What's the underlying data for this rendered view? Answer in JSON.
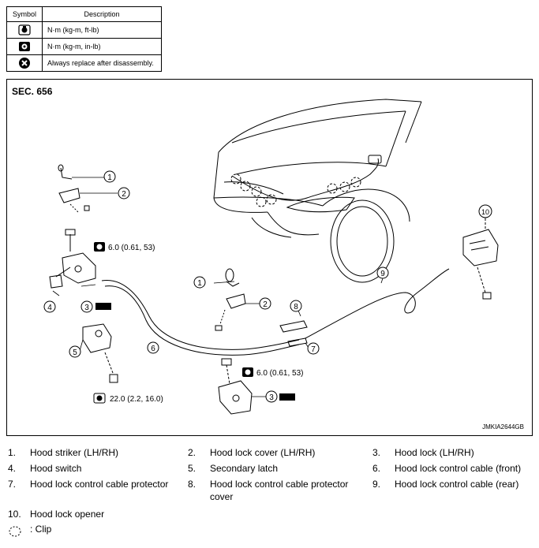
{
  "symbol_table": {
    "header_symbol": "Symbol",
    "header_description": "Description",
    "rows": [
      {
        "icon": "torque-ftlb-icon",
        "description": "N·m (kg-m, ft-lb)"
      },
      {
        "icon": "torque-inlb-icon",
        "description": "N·m (kg-m, in-lb)"
      },
      {
        "icon": "always-replace-icon",
        "description": "Always replace after disassembly."
      }
    ]
  },
  "diagram": {
    "section": "SEC. 656",
    "code": "JMKIA2644GB",
    "torques": {
      "upper": "6.0 (0.61, 53)",
      "lower": "22.0 (2.2, 16.0)",
      "center": "6.0 (0.61, 53)"
    },
    "callouts": [
      "1",
      "2",
      "3",
      "4",
      "5",
      "6",
      "7",
      "8",
      "9",
      "10",
      "1",
      "2",
      "3"
    ]
  },
  "legend": {
    "items": [
      {
        "num": "1.",
        "text": "Hood striker (LH/RH)"
      },
      {
        "num": "2.",
        "text": "Hood lock cover (LH/RH)"
      },
      {
        "num": "3.",
        "text": "Hood lock (LH/RH)"
      },
      {
        "num": "4.",
        "text": "Hood switch"
      },
      {
        "num": "5.",
        "text": "Secondary latch"
      },
      {
        "num": "6.",
        "text": "Hood lock control cable (front)"
      },
      {
        "num": "7.",
        "text": "Hood lock control cable protector"
      },
      {
        "num": "8.",
        "text": "Hood lock control cable protector cover"
      },
      {
        "num": "9.",
        "text": "Hood lock control cable (rear)"
      },
      {
        "num": "10.",
        "text": "Hood lock opener"
      }
    ],
    "clip_label": ": Clip"
  }
}
